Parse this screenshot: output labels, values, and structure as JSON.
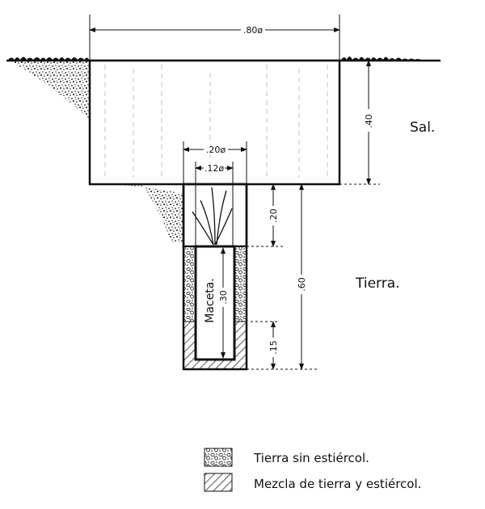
{
  "diagram": {
    "dimensions": {
      "top_width": ".80ø",
      "salt_depth": ".40",
      "pit_width": ".20ø",
      "pot_width": ".12ø",
      "upper_pit_depth": ".20",
      "total_pit_depth": ".60",
      "pot_depth": ".30",
      "bottom_mix_depth": ".15"
    },
    "labels": {
      "salt": "Sal.",
      "soil": "Tierra.",
      "pot": "Maceta."
    }
  },
  "legend": [
    {
      "pattern": "gravel",
      "label": "Tierra sin estiércol."
    },
    {
      "pattern": "hatch",
      "label": "Mezcla de tierra y estiércol."
    }
  ],
  "colors": {
    "ink": "#111111",
    "paper": "#ffffff"
  }
}
